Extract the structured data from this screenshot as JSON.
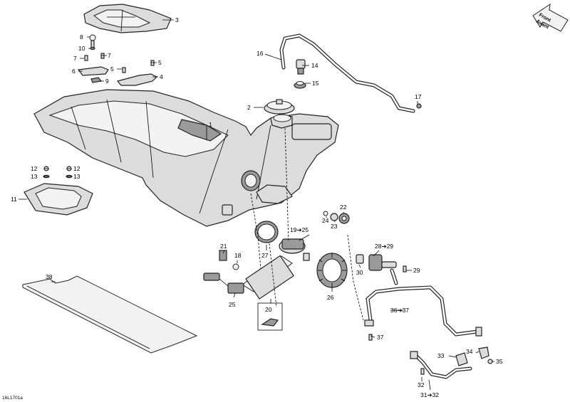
{
  "direction_indicator": {
    "line1": "Front",
    "line2": "Avant"
  },
  "drawing_id": "16L1701a",
  "callouts": [
    {
      "id": "c3",
      "label": "3"
    },
    {
      "id": "c8",
      "label": "8"
    },
    {
      "id": "c10",
      "label": "10"
    },
    {
      "id": "c7a",
      "label": "7"
    },
    {
      "id": "c7b",
      "label": "7"
    },
    {
      "id": "c6",
      "label": "6"
    },
    {
      "id": "c9",
      "label": "9"
    },
    {
      "id": "c5a",
      "label": "5"
    },
    {
      "id": "c5b",
      "label": "5"
    },
    {
      "id": "c4",
      "label": "4"
    },
    {
      "id": "c16",
      "label": "16"
    },
    {
      "id": "c14",
      "label": "14"
    },
    {
      "id": "c15",
      "label": "15"
    },
    {
      "id": "c17",
      "label": "17"
    },
    {
      "id": "c2",
      "label": "2"
    },
    {
      "id": "c1",
      "label": "1"
    },
    {
      "id": "c12a",
      "label": "12"
    },
    {
      "id": "c12b",
      "label": "12"
    },
    {
      "id": "c13a",
      "label": "13"
    },
    {
      "id": "c13b",
      "label": "13"
    },
    {
      "id": "c11",
      "label": "11"
    },
    {
      "id": "c22",
      "label": "22"
    },
    {
      "id": "c24",
      "label": "24"
    },
    {
      "id": "c23",
      "label": "23"
    },
    {
      "id": "c19",
      "label": "19➔25"
    },
    {
      "id": "c27",
      "label": "27"
    },
    {
      "id": "c21",
      "label": "21"
    },
    {
      "id": "c18",
      "label": "18"
    },
    {
      "id": "c28",
      "label": "28➔29"
    },
    {
      "id": "c30",
      "label": "30"
    },
    {
      "id": "c29",
      "label": "29"
    },
    {
      "id": "c38",
      "label": "38"
    },
    {
      "id": "c25",
      "label": "25"
    },
    {
      "id": "c26",
      "label": "26"
    },
    {
      "id": "c20",
      "label": "20"
    },
    {
      "id": "c36",
      "label": "36➔37"
    },
    {
      "id": "c37",
      "label": "37"
    },
    {
      "id": "c33",
      "label": "33"
    },
    {
      "id": "c34",
      "label": "34"
    },
    {
      "id": "c35",
      "label": "35"
    },
    {
      "id": "c32",
      "label": "32"
    },
    {
      "id": "c31",
      "label": "31➔32"
    }
  ]
}
